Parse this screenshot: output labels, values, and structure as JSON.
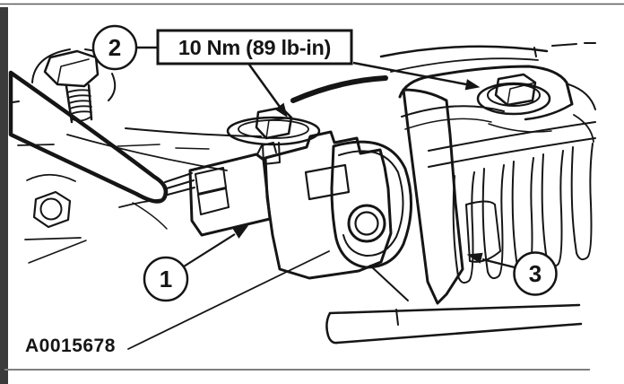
{
  "figure": {
    "torque_label": "10 Nm (89 lb-in)",
    "figure_code": "A0015678",
    "callouts": {
      "one": "1",
      "two": "2",
      "three": "3"
    },
    "colors": {
      "line": "#151515",
      "background": "#ffffff",
      "left_bar": "#3b3b3b",
      "top_rule": "#5a5a5a",
      "bottom_rule": "#7f7f7f"
    }
  }
}
